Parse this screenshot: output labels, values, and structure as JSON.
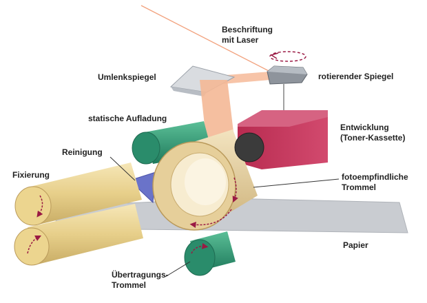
{
  "labels": {
    "laser": [
      "Beschriftung",
      "mit Laser"
    ],
    "umlenkspiegel": "Umlenkspiegel",
    "rotierender_spiegel": "rotierender Spiegel",
    "statische_aufladung": "statische Aufladung",
    "entwicklung": [
      "Entwicklung",
      "(Toner-Kassette)"
    ],
    "reinigung": "Reinigung",
    "fixierung": "Fixierung",
    "trommel": [
      "fotoempfindliche",
      "Trommel"
    ],
    "papier": "Papier",
    "uebertragung": [
      "Übertragungs-",
      "Trommel"
    ]
  },
  "colors": {
    "label_text": "#222222",
    "leader_line": "#333333",
    "laser_beam": "#f2a27e",
    "laser_fill": "#f7c4a8",
    "toner_cassette": "#c8345a",
    "developer_roller": "#3b3b3b",
    "charge_roller": "#2f9a78",
    "drum": "#e6cf9a",
    "fuser_roller": "#ecd58f",
    "cleaning_blade": "#6a73c9",
    "paper": "#c9ccd1",
    "rotation_arrow": "#9a1a44",
    "mirror": "#9aa0a8"
  }
}
